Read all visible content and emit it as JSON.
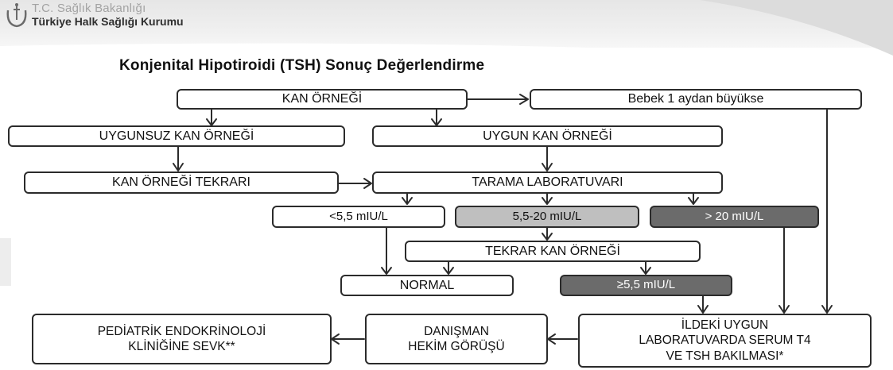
{
  "header": {
    "org_line1": "T.C. Sağlık Bakanlığı",
    "org_line2": "Türkiye Halk Sağlığı Kurumu",
    "logo_icon": "ministry-crest-icon"
  },
  "title": "Konjenital Hipotiroidi (TSH) Sonuç Değerlendirme",
  "nodes": {
    "kan_ornegi": "KAN ÖRNEĞİ",
    "bebek": "Bebek 1 aydan büyükse",
    "uygunsuz": "UYGUNSUZ KAN ÖRNEĞİ",
    "uygun": "UYGUN KAN ÖRNEĞİ",
    "tekrari": "KAN ÖRNEĞİ TEKRARI",
    "tarama": "TARAMA LABORATUVARI",
    "low": "<5,5 mIU/L",
    "mid": "5,5-20 mIU/L",
    "high": "> 20 mIU/L",
    "tekrar_kan": "TEKRAR KAN ÖRNEĞİ",
    "normal": "NORMAL",
    "ge55": "≥5,5 mIU/L",
    "sevk_line1": "PEDİATRİK ENDOKRİNOLOJİ",
    "sevk_line2": "KLİNİĞİNE SEVK**",
    "danisman_line1": "DANIŞMAN",
    "danisman_line2": "HEKİM GÖRÜŞÜ",
    "ilde_line1": "İLDEKİ UYGUN",
    "ilde_line2": "LABORATUVARDA SERUM T4",
    "ilde_line3": "VE TSH BAKILMASI*"
  },
  "colors": {
    "gray_fill": "#bfbfbf",
    "dark_fill": "#6b6b6b"
  }
}
